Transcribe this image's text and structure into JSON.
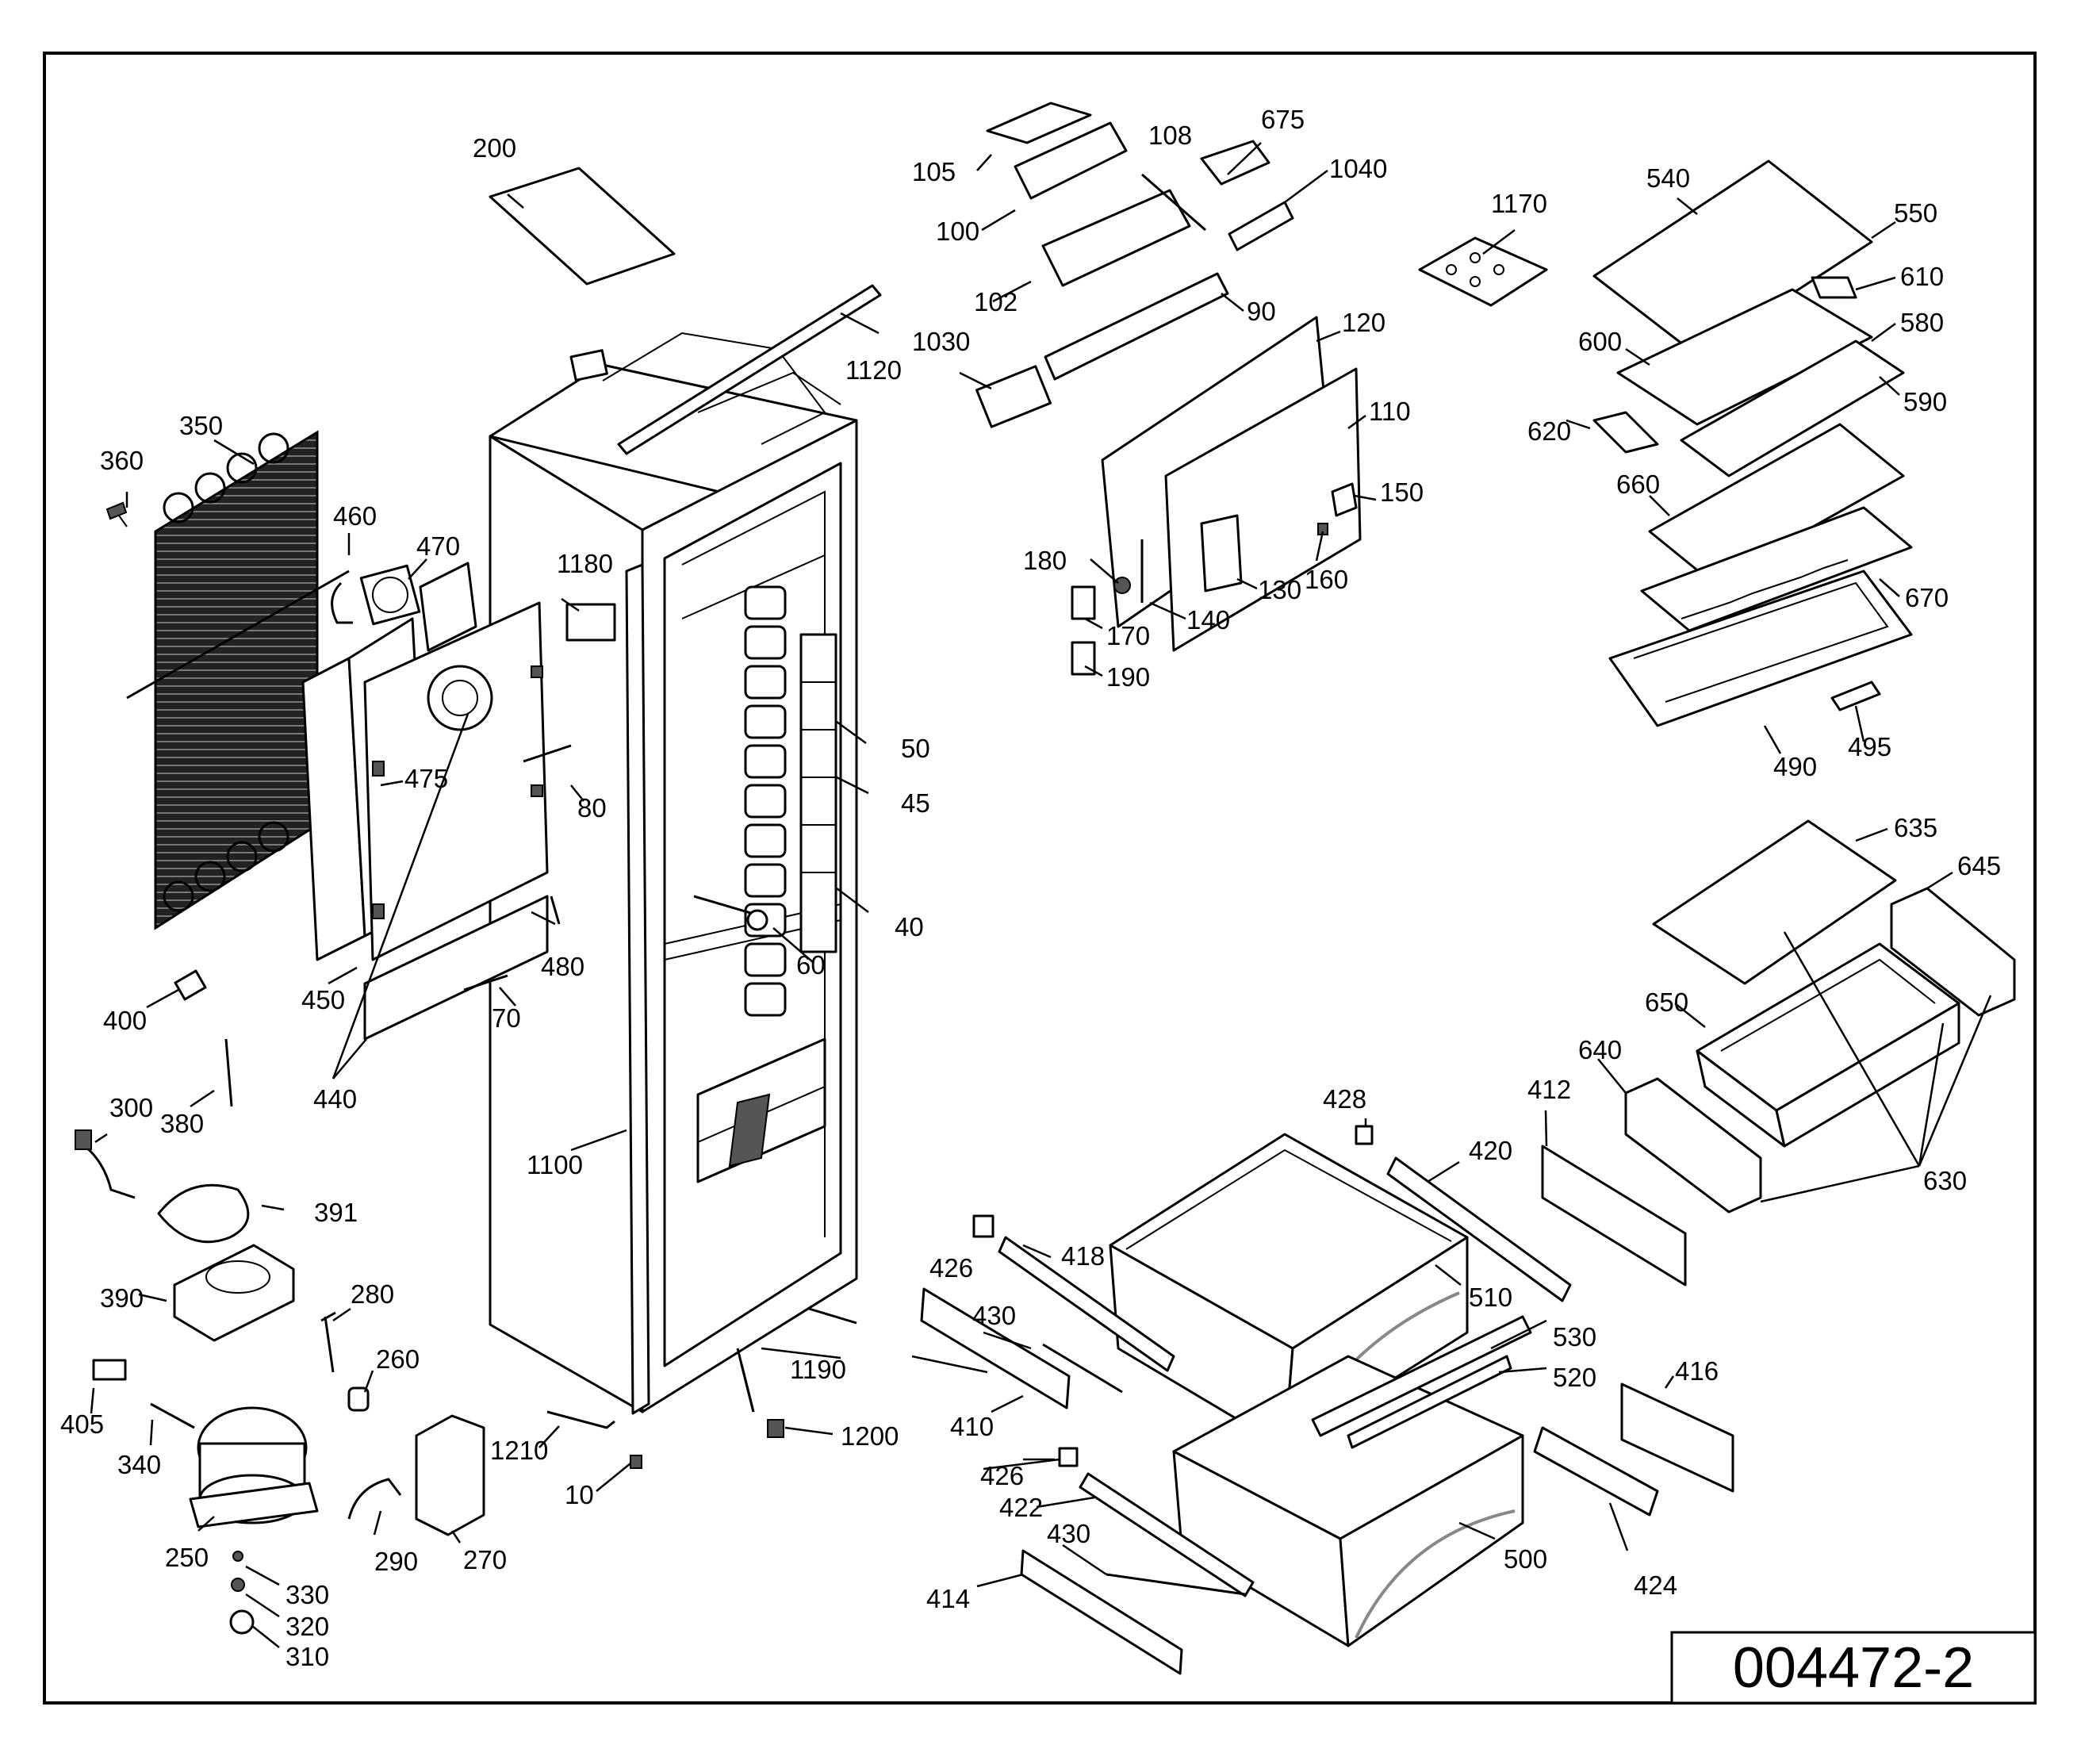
{
  "drawing_number": "004472-2",
  "part_labels": {
    "p10": "10",
    "p40": "40",
    "p45": "45",
    "p50": "50",
    "p60": "60",
    "p70": "70",
    "p80": "80",
    "p90": "90",
    "p100": "100",
    "p102": "102",
    "p105": "105",
    "p108": "108",
    "p110": "110",
    "p120": "120",
    "p130": "130",
    "p140": "140",
    "p150": "150",
    "p160": "160",
    "p170": "170",
    "p180": "180",
    "p190": "190",
    "p200": "200",
    "p250": "250",
    "p260": "260",
    "p270": "270",
    "p280": "280",
    "p290": "290",
    "p300": "300",
    "p310": "310",
    "p320": "320",
    "p330": "330",
    "p340": "340",
    "p350": "350",
    "p360": "360",
    "p380": "380",
    "p390": "390",
    "p391": "391",
    "p400": "400",
    "p405": "405",
    "p410": "410",
    "p412": "412",
    "p414": "414",
    "p416": "416",
    "p418": "418",
    "p420": "420",
    "p422": "422",
    "p424": "424",
    "p426a": "426",
    "p426b": "426",
    "p428": "428",
    "p430a": "430",
    "p430b": "430",
    "p440": "440",
    "p450": "450",
    "p460": "460",
    "p470": "470",
    "p475": "475",
    "p480": "480",
    "p490": "490",
    "p495": "495",
    "p500": "500",
    "p510": "510",
    "p520": "520",
    "p530": "530",
    "p540": "540",
    "p550": "550",
    "p580": "580",
    "p590": "590",
    "p600": "600",
    "p610": "610",
    "p620": "620",
    "p630": "630",
    "p635": "635",
    "p640": "640",
    "p645": "645",
    "p650": "650",
    "p660": "660",
    "p670": "670",
    "p675": "675",
    "p1030": "1030",
    "p1040": "1040",
    "p1100": "1100",
    "p1120": "1120",
    "p1170": "1170",
    "p1180": "1180",
    "p1190": "1190",
    "p1200": "1200",
    "p1210": "1210"
  }
}
